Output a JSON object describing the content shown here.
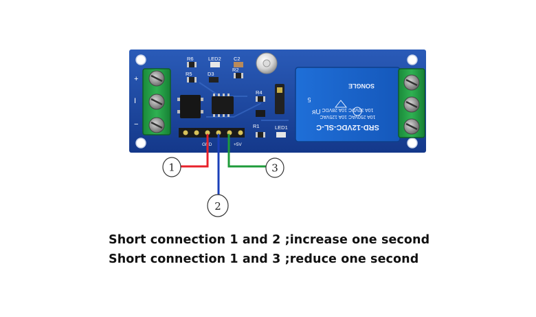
{
  "board": {
    "labels": {
      "r6": "R6",
      "led2": "LED2",
      "c2": "C2",
      "r5": "R5",
      "d3": "D3",
      "r2": "R2",
      "r4": "R4",
      "r1": "R1",
      "led1": "LED1",
      "gnd": "GND",
      "plus5v": "+5V",
      "plus": "+",
      "minus": "−",
      "i": "I"
    },
    "relay": {
      "model": "SRD-12VDC-SL-C",
      "rating1": "10A 250VAC  10A 125VAC",
      "rating2": "10A 30VDC  10A 28VDC",
      "brand": "SONGLE",
      "num": "5"
    }
  },
  "callouts": [
    {
      "label": "1",
      "wire_color": "#e8212a"
    },
    {
      "label": "2",
      "wire_color": "#1a3fb8"
    },
    {
      "label": "3",
      "wire_color": "#1e9b3a"
    }
  ],
  "instructions": {
    "line1": "Short connection 1 and 2 ;increase one second",
    "line2": "Short connection 1 and 3 ;reduce one second"
  }
}
